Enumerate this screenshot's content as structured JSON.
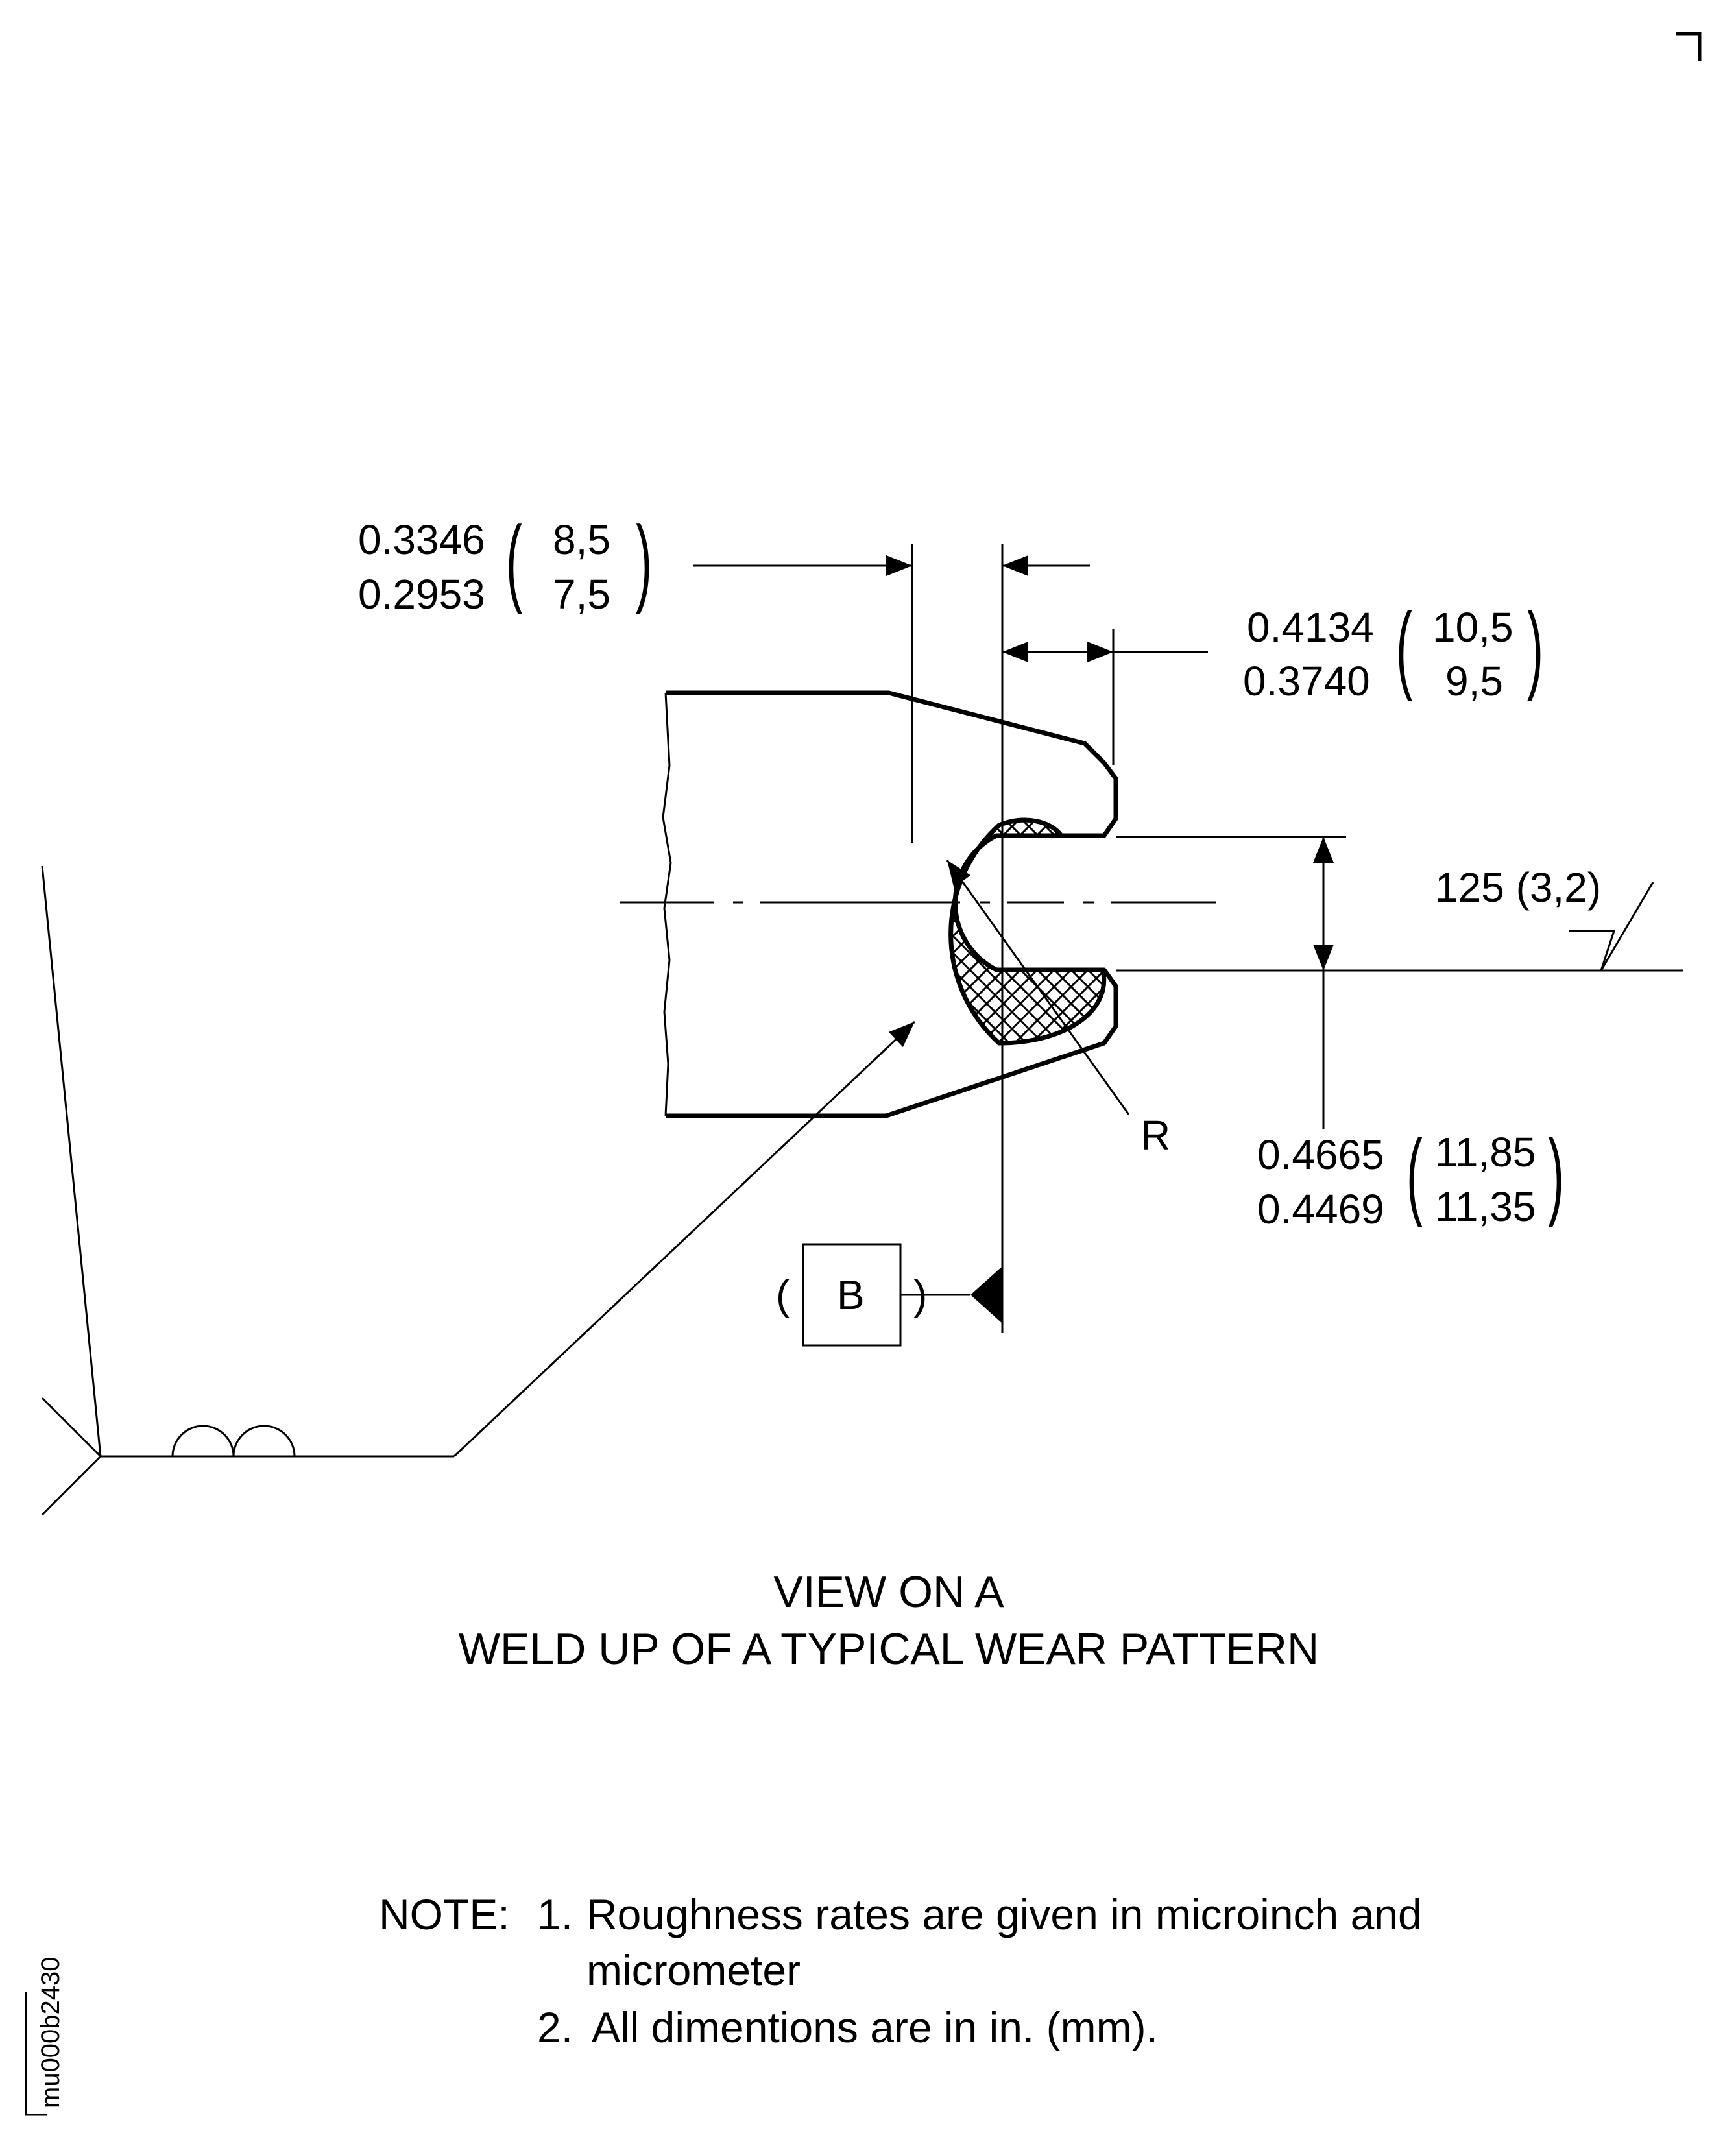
{
  "dimensions": {
    "width_a": {
      "max_in": "0.3346",
      "min_in": "0.2953",
      "max_mm": "8,5",
      "min_mm": "7,5"
    },
    "width_b": {
      "max_in": "0.4134",
      "min_in": "0.3740",
      "max_mm": "10,5",
      "min_mm": "9,5"
    },
    "slot_height": {
      "max_in": "0.4665",
      "min_in": "0.4469",
      "max_mm": "11,85",
      "min_mm": "11,35"
    },
    "roughness": "125 (3,2)",
    "radius_label": "R",
    "datum_label": "B",
    "datum_open": "(",
    "datum_close": ")"
  },
  "caption": {
    "line1": "VIEW ON A",
    "line2": "WELD UP OF A TYPICAL WEAR PATTERN"
  },
  "notes": {
    "prefix": "NOTE:",
    "item1_num": "1.",
    "item1_line1": "Roughness rates are given in microinch and",
    "item1_line2": "micrometer",
    "item2_num": "2.",
    "item2_text": "All dimentions are in in. (mm)."
  },
  "reference_code": "mu000b2430",
  "colors": {
    "line": "#000000",
    "background": "#ffffff"
  }
}
